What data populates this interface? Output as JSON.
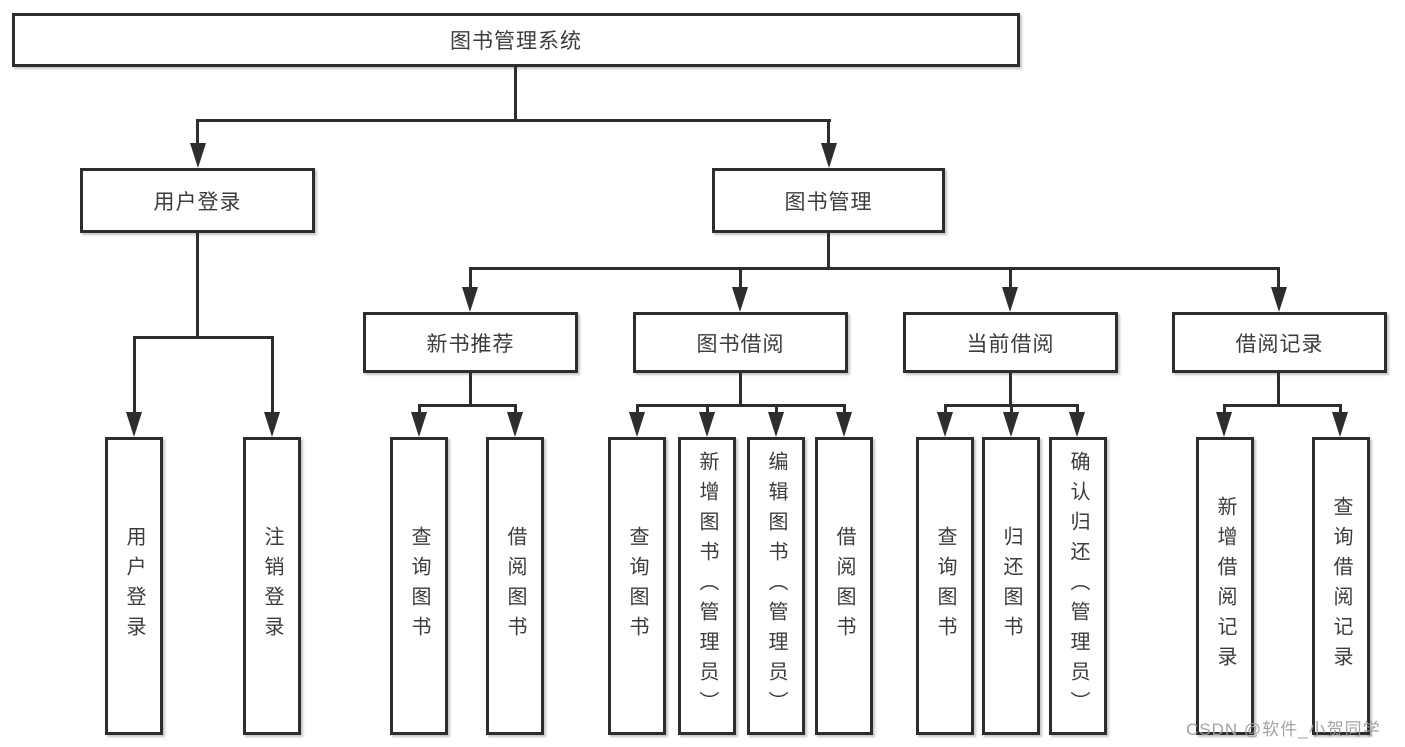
{
  "diagram": {
    "title": "图书管理系统",
    "type": "hierarchy-tree",
    "colors": {
      "background": "#ffffff",
      "border": "#2d2d2d",
      "line": "#2d2d2d",
      "text": "#3c3c3c",
      "watermark": "#9e9e9e"
    },
    "nodes": {
      "root": "图书管理系统",
      "user_login": "用户登录",
      "book_mgmt": "图书管理",
      "l3": [
        "新书推荐",
        "图书借阅",
        "当前借阅",
        "借阅记录"
      ],
      "user_login_children": [
        "用户登录",
        "注销登录"
      ],
      "new_book_children": [
        "查询图书",
        "借阅图书"
      ],
      "borrow_children": [
        "查询图书",
        "新增图书（管理员）",
        "编辑图书（管理员）",
        "借阅图书"
      ],
      "current_children": [
        "查询图书",
        "归还图书",
        "确认归还（管理员）"
      ],
      "record_children": [
        "新增借阅记录",
        "查询借阅记录"
      ]
    },
    "watermark": "CSDN @软件_小贺同学"
  }
}
